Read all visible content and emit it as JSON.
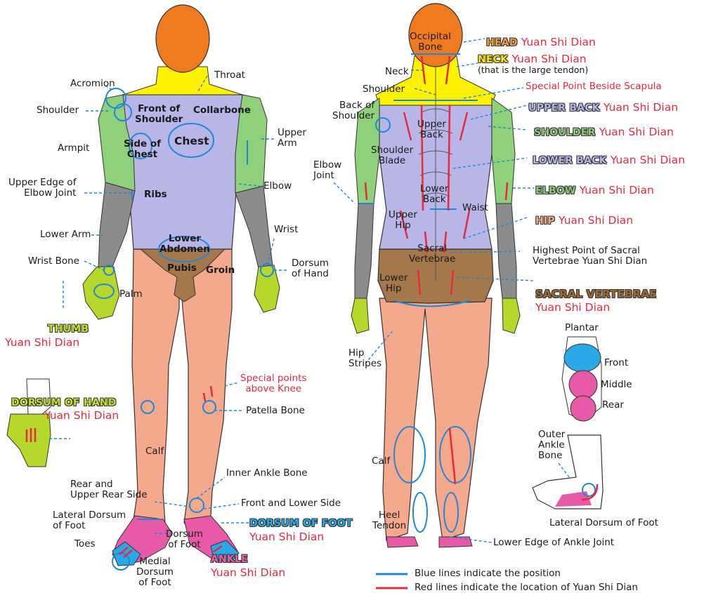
{
  "front_labels": {
    "acromion": "Acromion",
    "throat": "Throat",
    "shoulder": "Shoulder",
    "front_of_shoulder": "Front of\nShoulder",
    "collarbone": "Collarbone",
    "upper_arm": "Upper\nArm",
    "armpit": "Armpit",
    "side_of_chest": "Side of\nChest",
    "chest": "Chest",
    "upper_edge_elbow": "Upper Edge of\nElbow Joint",
    "ribs": "Ribs",
    "elbow": "Elbow",
    "lower_arm": "Lower Arm",
    "wrist": "Wrist",
    "lower_abdomen": "Lower\nAbdomen",
    "dorsum_of_hand": "Dorsum\nof Hand",
    "wrist_bone": "Wrist Bone",
    "pubis": "Pubis",
    "groin": "Groin",
    "palm": "Palm",
    "special_points_above_knee": "Special points\nabove Knee",
    "patella_bone": "Patella Bone",
    "calf": "Calf",
    "inner_ankle_bone": "Inner Ankle Bone",
    "rear_upper_rear_side": "Rear and\nUpper Rear Side",
    "front_lower_side": "Front and Lower Side",
    "lateral_dorsum_foot": "Lateral Dorsum\nof Foot",
    "toes": "Toes",
    "dorsum_of_foot": "Dorsum\nof Foot",
    "medial_dorsum_foot": "Medial\nDorsum\nof Foot"
  },
  "yuan_points": {
    "suffix": "Yuan Shi Dian",
    "thumb": "THUMB",
    "dorsum_of_hand": "DORSUM OF HAND",
    "dorsum_of_foot": "DORSUM OF FOOT",
    "ankle": "ANKLE",
    "head": "HEAD",
    "neck": "NECK",
    "neck_note": "(that is the large tendon)",
    "special_point_scapula": "Special Point Beside Scapula",
    "upper_back": "UPPER BACK",
    "shoulder": "SHOULDER",
    "lower_back": "LOWER BACK",
    "elbow": "ELBOW",
    "hip": "HIP",
    "highest_sacral": "Highest Point of Sacral\nVertebrae Yuan Shi Dian",
    "sacral_vertebrae": "SACRAL VERTEBRAE"
  },
  "back_labels": {
    "occipital_bone": "Occipital\nBone",
    "neck": "Neck",
    "shoulder": "Shoulder",
    "back_of_shoulder": "Back of\nShoulder",
    "upper_back": "Upper\nBack",
    "shoulder_blade": "Shoulder\nBlade",
    "elbow_joint": "Elbow\nJoint",
    "lower_back": "Lower\nBack",
    "waist": "Waist",
    "upper_hip": "Upper\nHip",
    "sacral_vertebrae": "Sacral\nVertebrae",
    "lower_hip": "Lower\nHip",
    "hip_stripes": "Hip\nStripes",
    "calf": "Calf",
    "heel_tendon": "Heel\nTendon",
    "lower_edge_ankle": "Lower Edge of Ankle Joint"
  },
  "foot_labels": {
    "plantar": "Plantar",
    "front": "Front",
    "middle": "Middle",
    "rear": "Rear",
    "outer_ankle_bone": "Outer\nAnkle\nBone",
    "lateral_dorsum": "Lateral Dorsum of Foot"
  },
  "legend": {
    "blue_text": "Blue lines indicate the position",
    "red_text": "Red lines indicate the location of Yuan Shi Dian",
    "blue_color": "#1e88d8",
    "red_color": "#e8283c"
  },
  "colors": {
    "skin_head": "#f07a1e",
    "neck_yellow": "#fff200",
    "arm_green": "#8fd07a",
    "torso_lavender": "#b8b6e6",
    "arm_gray": "#8c8c8c",
    "hand_lime": "#b6d82a",
    "abdomen_brown": "#a4784a",
    "leg_peach": "#f4a98c",
    "foot_pink": "#e85aa8",
    "foot_blue": "#2aa8e8",
    "line_blue": "#1e88d8",
    "line_red": "#e8283c"
  }
}
